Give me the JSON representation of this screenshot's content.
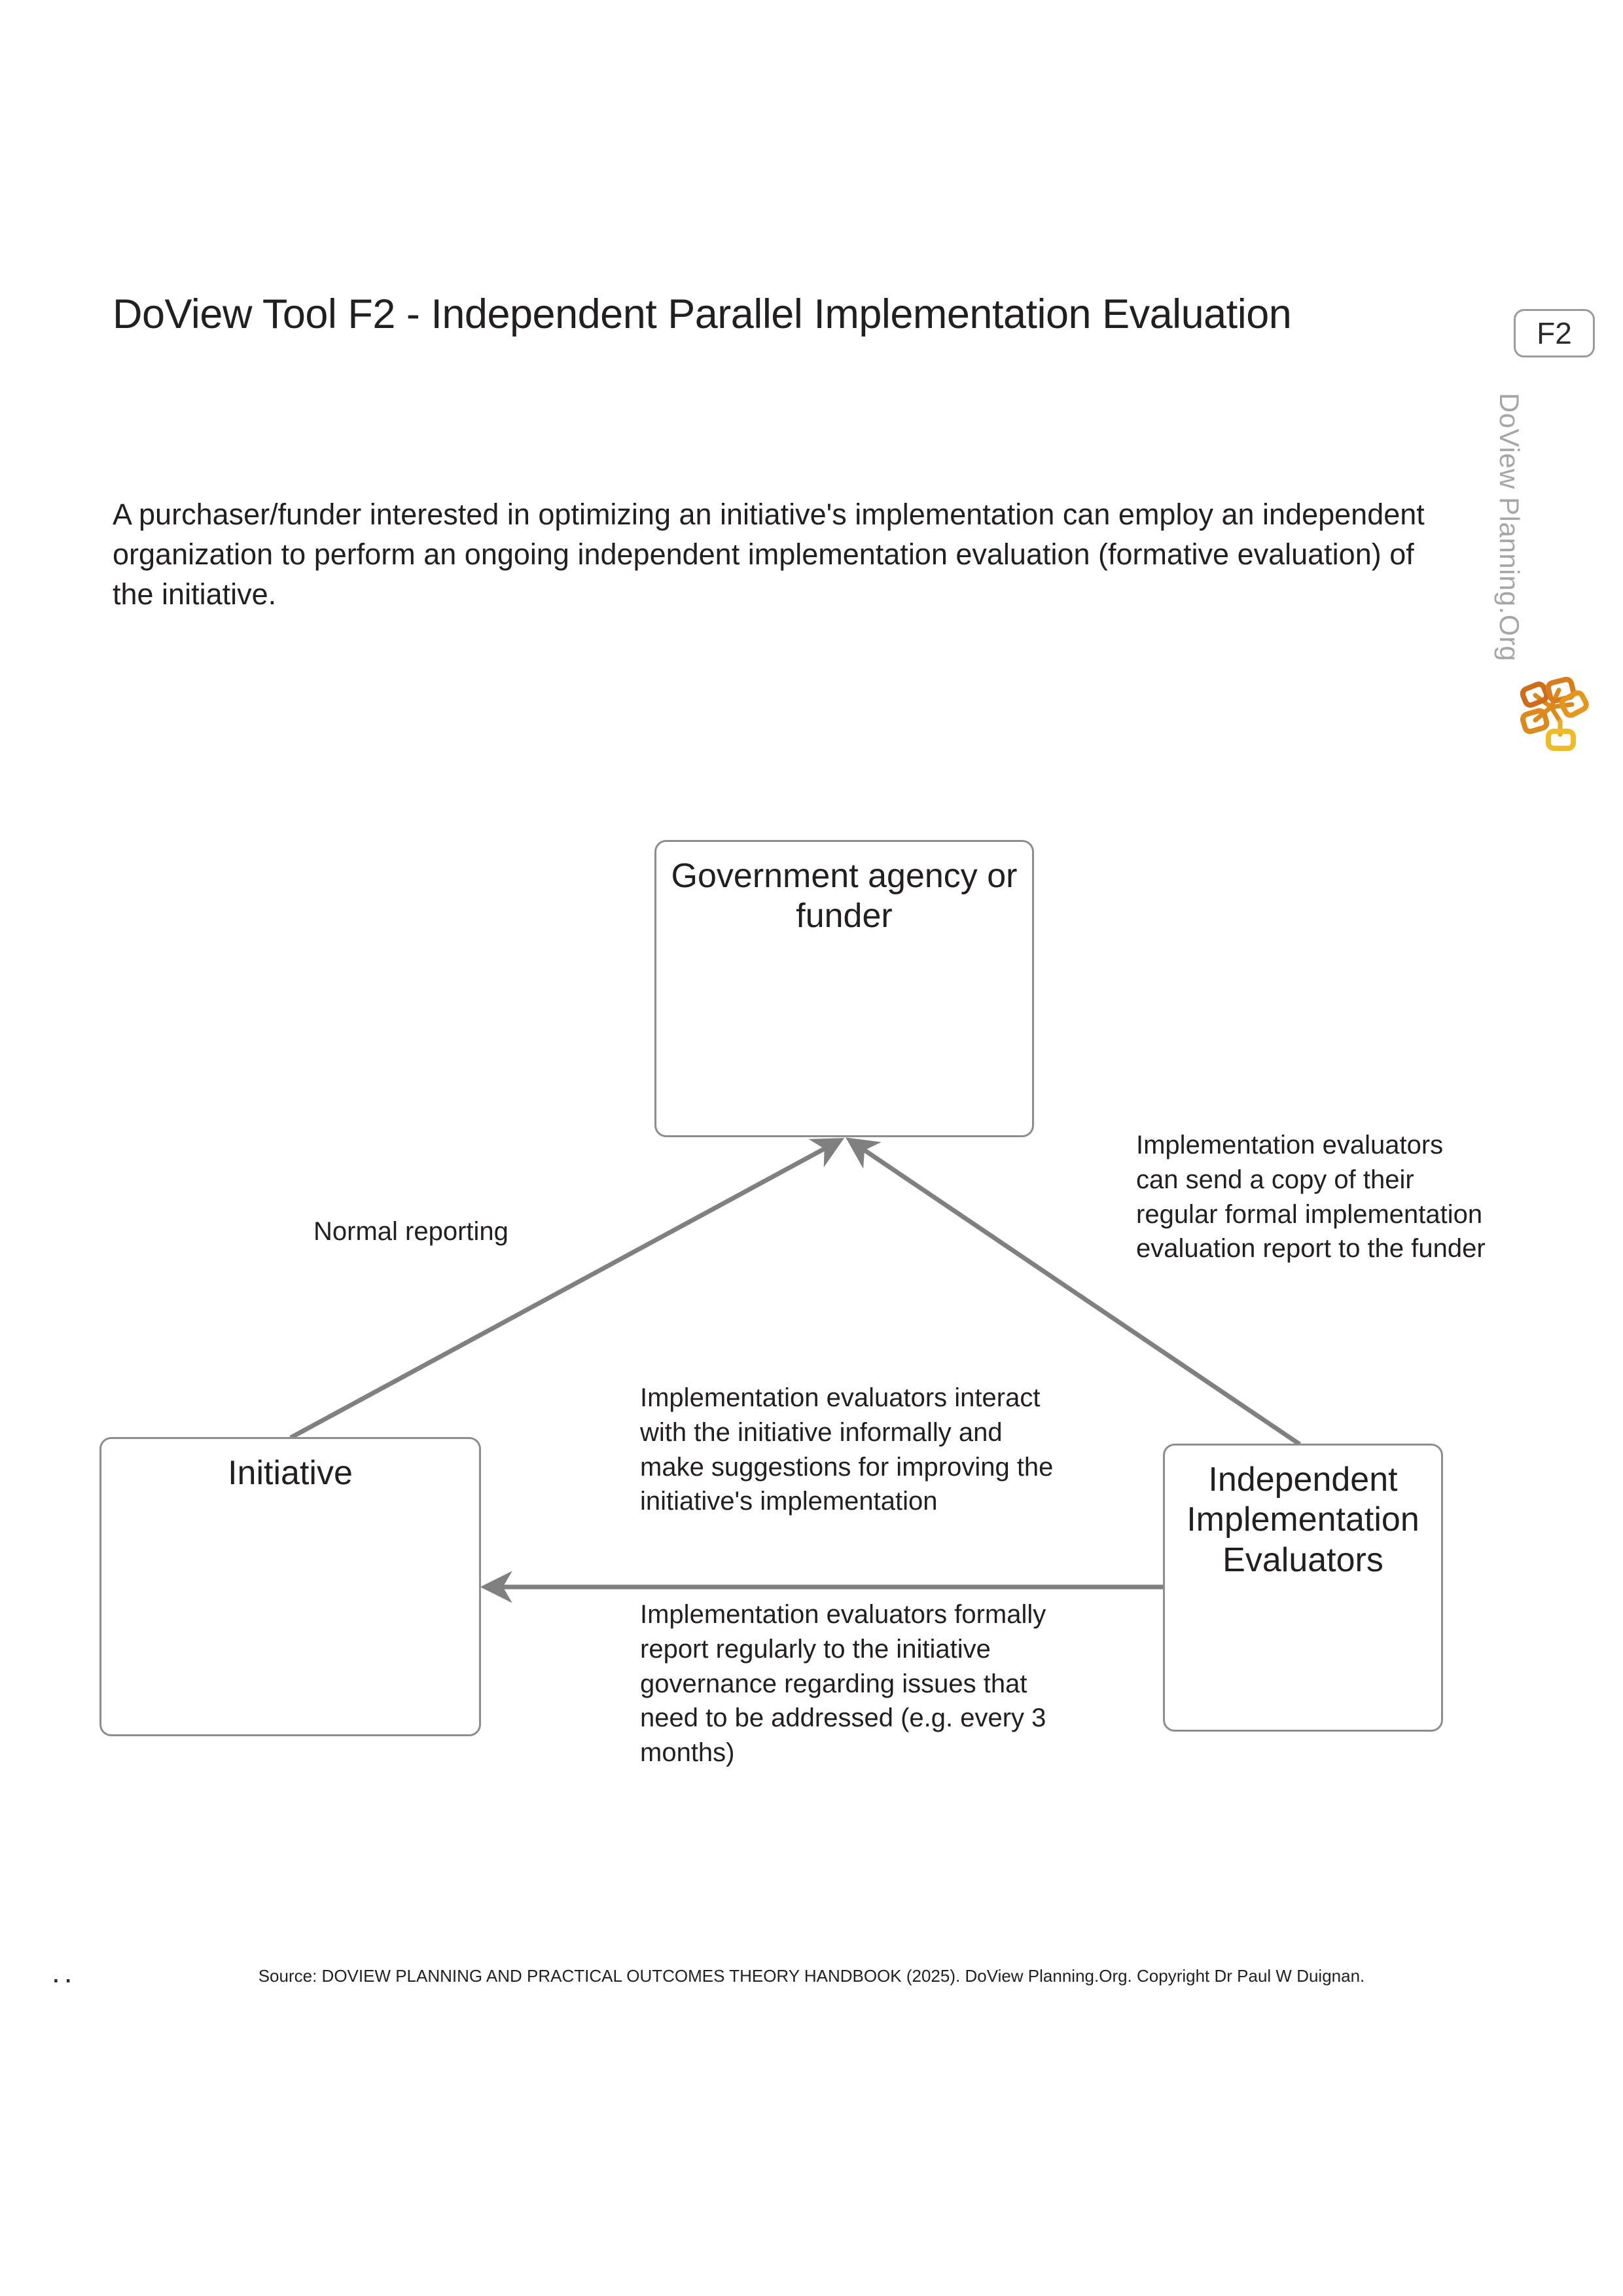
{
  "header": {
    "title": "DoView Tool F2 - Independent Parallel Implementation Evaluation",
    "badge": "F2",
    "intro": "A purchaser/funder interested in optimizing an initiative's implementation can employ an independent organization to perform an ongoing independent implementation evaluation (formative evaluation) of the initiative."
  },
  "brand": {
    "vertical_text": "DoView Planning.Org",
    "logo_icon": "doview-network-logo-icon",
    "logo_colors": [
      "#d2691e",
      "#e08a1e",
      "#eab026",
      "#f0c02a"
    ]
  },
  "diagram": {
    "nodes": [
      {
        "id": "government",
        "label": "Government agency or funder"
      },
      {
        "id": "initiative",
        "label": "Initiative"
      },
      {
        "id": "evaluators",
        "label": "Independent Implementation Evaluators"
      }
    ],
    "edges": [
      {
        "id": "normal-reporting",
        "from": "initiative",
        "to": "government",
        "label": "Normal reporting"
      },
      {
        "id": "copy-to-funder",
        "from": "evaluators",
        "to": "government",
        "label": "Implementation evaluators can send a copy of their regular formal implementation evaluation report to the funder"
      },
      {
        "id": "informal-interaction",
        "from": "evaluators",
        "to": "initiative",
        "label": "Implementation evaluators interact with the initiative informally and make suggestions for improving the initiative's implementation"
      },
      {
        "id": "formal-report",
        "from": "evaluators",
        "to": "initiative",
        "label": "Implementation evaluators formally report regularly to the initiative governance regarding issues that need to be addressed (e.g. every 3 months)"
      }
    ],
    "edge_color": "#808080"
  },
  "footer": {
    "marks": "..",
    "source": "Source: DOVIEW PLANNING AND PRACTICAL OUTCOMES THEORY HANDBOOK (2025). DoView Planning.Org. Copyright Dr Paul W Duignan."
  }
}
